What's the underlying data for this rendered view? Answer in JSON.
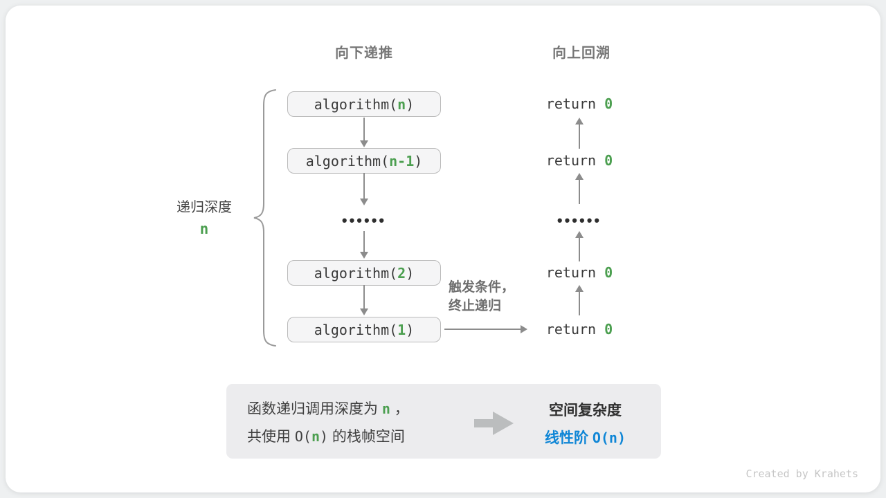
{
  "headers": {
    "left": "向下递推",
    "right": "向上回溯"
  },
  "depth_label": {
    "text": "递归深度",
    "value": "n"
  },
  "stack": {
    "boxes": [
      {
        "prefix": "algorithm(",
        "param": "n",
        "suffix": ")"
      },
      {
        "prefix": "algorithm(",
        "param": "n-1",
        "suffix": ")"
      },
      {
        "prefix": "algorithm(",
        "param": "2",
        "suffix": ")"
      },
      {
        "prefix": "algorithm(",
        "param": "1",
        "suffix": ")"
      }
    ],
    "ellipsis": "••••••"
  },
  "returns": {
    "rows": [
      {
        "prefix": "return ",
        "value": "0"
      },
      {
        "prefix": "return ",
        "value": "0"
      },
      {
        "prefix": "return ",
        "value": "0"
      },
      {
        "prefix": "return ",
        "value": "0"
      }
    ],
    "ellipsis": "••••••"
  },
  "trigger_note": {
    "line1": "触发条件，",
    "line2": "终止递归"
  },
  "summary": {
    "line1_a": "函数递归调用深度为 ",
    "line1_param": "n",
    "line1_b": " ，",
    "line2_a": "共使用 ",
    "line2_code_prefix": "O(",
    "line2_param": "n",
    "line2_code_suffix": ")",
    "line2_b": " 的栈帧空间",
    "result_title": "空间复杂度",
    "result_prefix": "线性阶 ",
    "result_code": "O(n)"
  },
  "credit": "Created by Krahets",
  "colors": {
    "green": "#4c9f50",
    "blue": "#0f86d6",
    "arrow": "#8c8c8c"
  }
}
